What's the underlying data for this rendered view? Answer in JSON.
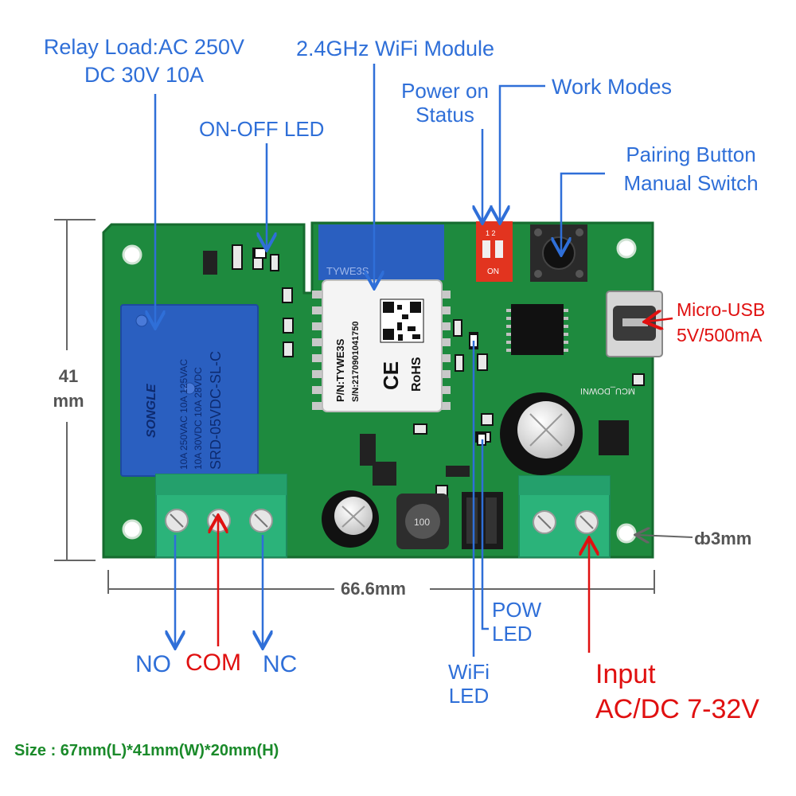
{
  "labels": {
    "relay_load_1": "Relay Load:AC 250V",
    "relay_load_2": "DC 30V 10A",
    "wifi_module": "2.4GHz WiFi Module",
    "power_on_1": "Power on",
    "power_on_2": "Status",
    "work_modes": "Work Modes",
    "onoff_led": "ON-OFF LED",
    "pairing_1": "Pairing Button",
    "pairing_2": "Manual Switch",
    "micro_usb_1": "Micro-USB",
    "micro_usb_2": "5V/500mA",
    "height_1": "41",
    "height_2": "mm",
    "hole": "ȸ3mm",
    "width": "66.6mm",
    "no": "NO",
    "com": "COM",
    "nc": "NC",
    "pow_led_1": "POW",
    "pow_led_2": "LED",
    "wifi_led_1": "WiFi",
    "wifi_led_2": "LED",
    "input_1": "Input",
    "input_2": "AC/DC 7-32V",
    "size": "Size : 67mm(L)*41mm(W)*20mm(H)"
  },
  "board": {
    "relay_text_1": "SONGLE",
    "relay_text_2": "10A 250VAC  10A 125VAC",
    "relay_text_3": "10A  30VDC  10A  28VDC",
    "relay_text_4": "SRD-05VDC-SL-C",
    "module_top": "TYWE3S",
    "module_pn": "P/N:TYWE3S",
    "module_sn": "S/N:2170901041750",
    "module_ce": "CE",
    "module_rohs": "RoHS",
    "dip_on": "ON",
    "dip_nums": "1 2",
    "silk_mcu": "MCU_DOWNI",
    "inductor": "100"
  },
  "colors": {
    "label_blue": "#2f6fd8",
    "label_red": "#e01010",
    "pcb_green": "#1e8a3e",
    "relay_blue": "#2a5fc0",
    "terminal_green": "#2bb37a",
    "size_green": "#1a8a2a"
  }
}
